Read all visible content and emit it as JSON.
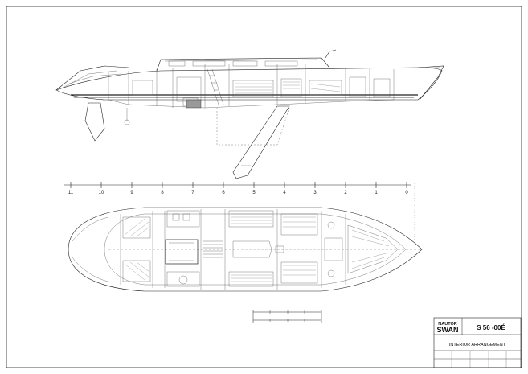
{
  "scale_station_labels": [
    "11",
    "10",
    "9",
    "8",
    "7",
    "6",
    "5",
    "4",
    "3",
    "2",
    "1",
    "0"
  ],
  "title_block": {
    "brand_top": "NAUTOR",
    "brand_bottom": "SWAN",
    "model": "S 56 -00É",
    "drawing_title": "INTERIOR ARRANGEMENT"
  },
  "colors": {
    "line": "#222222",
    "background": "#ffffff",
    "brand_blue": "#1a3a8a"
  }
}
